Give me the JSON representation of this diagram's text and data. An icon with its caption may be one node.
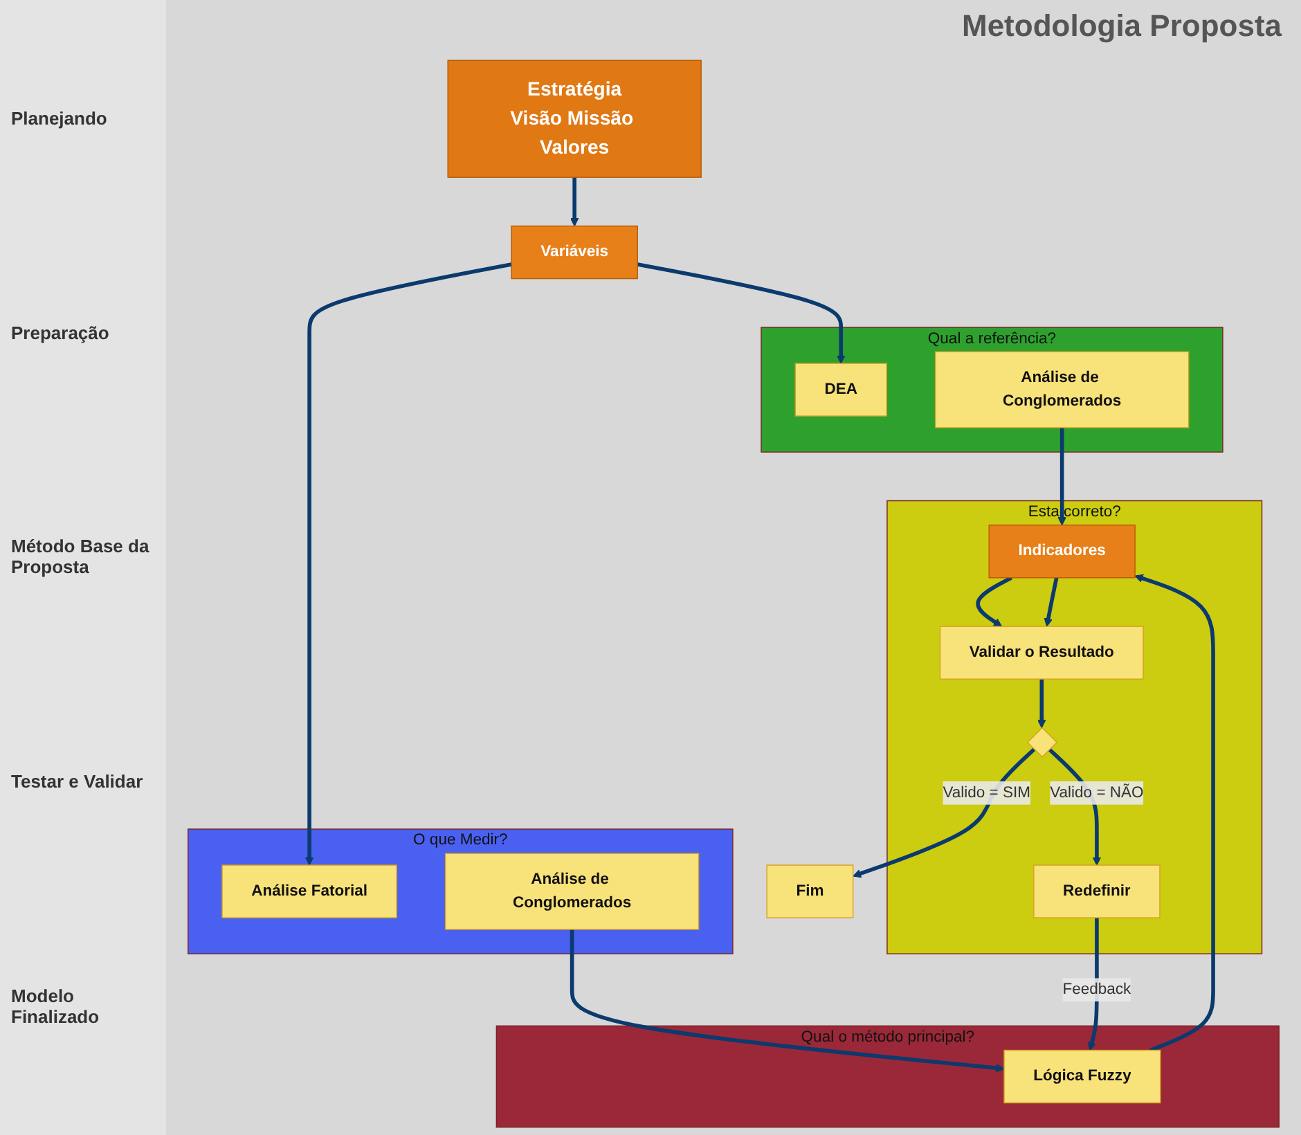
{
  "diagram": {
    "title": "Metodologia Proposta",
    "nodes": [
      {
        "text": [
          "Estratégia",
          "Visão Missão Valores"
        ]
      },
      {
        "text": [
          "Variáveis"
        ]
      },
      {
        "text": [
          "Qual a referência?"
        ]
      },
      {
        "text": [
          "DEA"
        ],
        "in": 2
      },
      {
        "text": [
          "Análise de Conglomerados"
        ],
        "in": 2
      },
      {
        "text": [
          "O que Medir?"
        ]
      },
      {
        "text": [
          "Análise Fatorial"
        ],
        "in": 5
      },
      {
        "text": [
          "Análise de Conglomerados"
        ],
        "in": 5
      },
      {
        "text": [
          "Qual o método principal?"
        ]
      },
      {
        "text": [
          "Lógica Fuzzy"
        ],
        "in": 8
      },
      {
        "text": [
          "Esta correto?"
        ]
      },
      {
        "text": [
          "Indicadores"
        ],
        "in": 10
      },
      {
        "text": [
          "Validar o Resultado"
        ],
        "in": 10
      },
      {
        "text": [],
        "shape": "diamond",
        "in": 10
      },
      {
        "text": [
          "Redefinir"
        ],
        "in": 10
      },
      {
        "text": [
          "Fim"
        ]
      }
    ],
    "edges": [
      {
        "from": 0,
        "to": 1,
        "arrow": "to"
      },
      {
        "from": 1,
        "to": 3,
        "arrow": "to"
      },
      {
        "from": 1,
        "to": 6,
        "arrow": "to"
      },
      {
        "from": 4,
        "to": 11,
        "arrow": "to"
      },
      {
        "from": 7,
        "to": 9,
        "arrow": "to"
      },
      {
        "from": 9,
        "to": 11,
        "arrow": "to"
      },
      {
        "from": 11,
        "to": 12,
        "arrow": "to"
      },
      {
        "from": 11,
        "to": 12,
        "arrow": "to"
      },
      {
        "from": 12,
        "to": 13,
        "arrow": "to"
      },
      {
        "from": 13,
        "to": 14,
        "label": "Valido = NÃO",
        "arrow": "to"
      },
      {
        "from": 13,
        "to": 15,
        "label": "Valido = SIM",
        "arrow": "to"
      },
      {
        "from": 14,
        "to": 9,
        "label": "Feedback",
        "arrow": "to"
      }
    ],
    "labels": [
      "Planejando",
      "Preparação",
      "Método Base da Proposta",
      "Testar e Validar",
      "Modelo Finalizado"
    ]
  }
}
